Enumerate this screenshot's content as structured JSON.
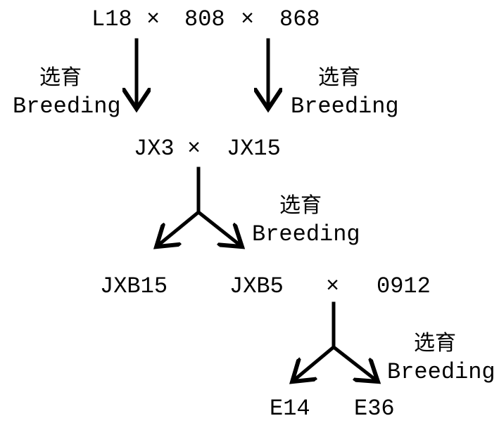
{
  "row1": {
    "a": "L18",
    "x1": "×",
    "b": "808",
    "x2": "×",
    "c": "868"
  },
  "row2": {
    "a": "JX3",
    "x": "×",
    "b": "JX15"
  },
  "row3": {
    "a": "JXB15",
    "b": "JXB5",
    "x": "×",
    "c": "0912"
  },
  "row4": {
    "a": "E14",
    "b": "E36"
  },
  "label": {
    "cn": "选育",
    "en": "Breeding"
  }
}
